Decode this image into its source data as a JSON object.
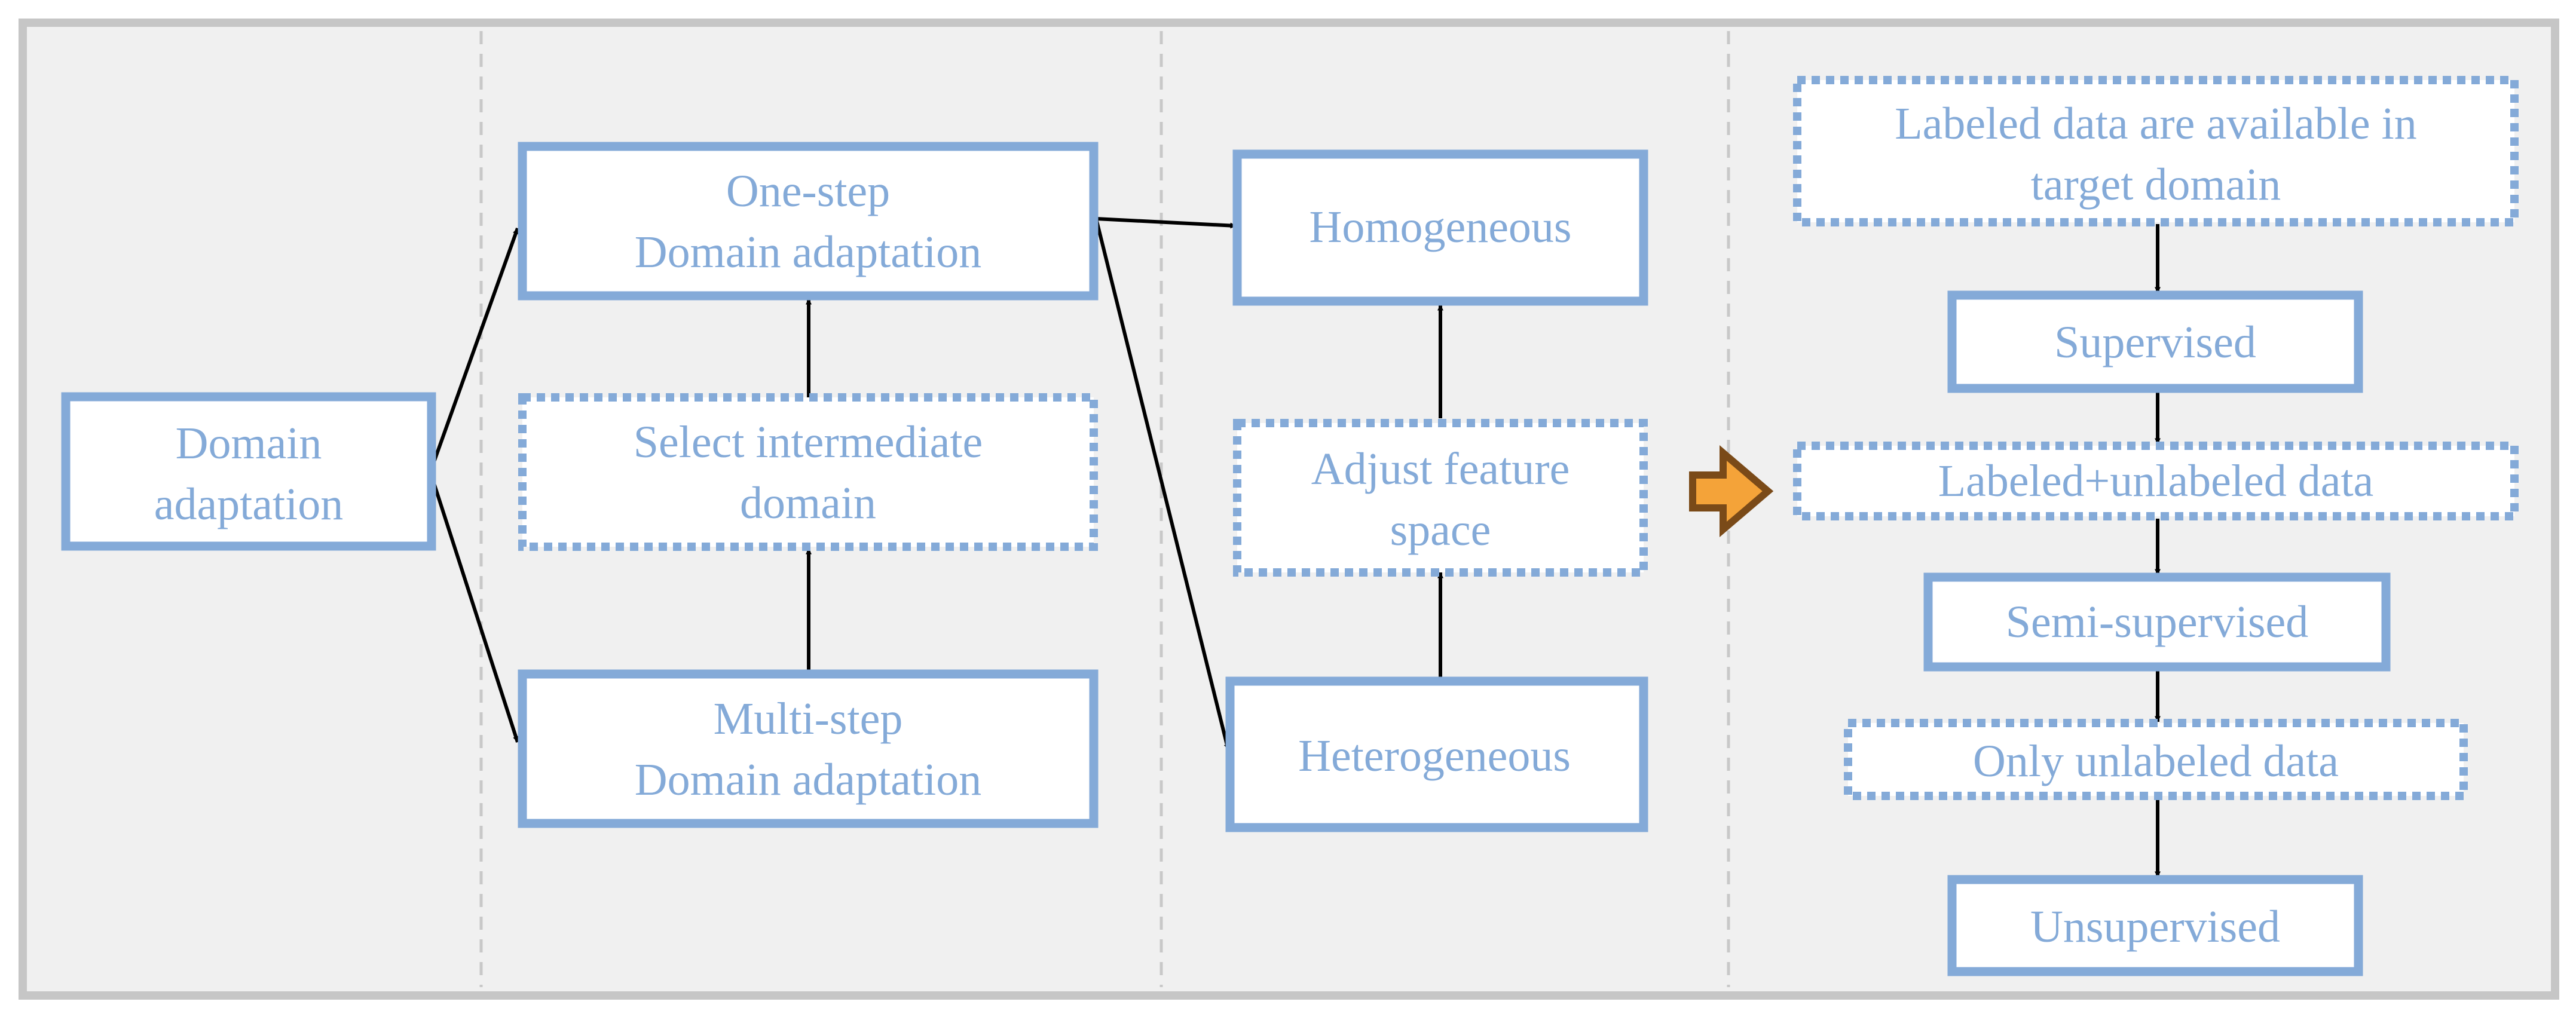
{
  "colors": {
    "panel_background": "#f0f0f0",
    "panel_border": "#c6c6c6",
    "box_fill": "#ffffff",
    "box_stroke": "#84aad8",
    "text": "#84aad8",
    "divider": "#c8c8c8",
    "arrow": "#000000",
    "transition_arrow_fill": "#f4a339",
    "transition_arrow_stroke": "#7a4a18"
  },
  "nodes": {
    "domain_adaptation": {
      "lines": [
        "Domain",
        "adaptation"
      ],
      "style": "solid"
    },
    "one_step": {
      "lines": [
        "One-step",
        "Domain adaptation"
      ],
      "style": "solid"
    },
    "select_intermediate": {
      "lines": [
        "Select intermediate",
        "domain"
      ],
      "style": "dotted"
    },
    "multi_step": {
      "lines": [
        "Multi-step",
        "Domain adaptation"
      ],
      "style": "solid"
    },
    "homogeneous": {
      "lines": [
        "Homogeneous"
      ],
      "style": "solid"
    },
    "adjust_feature": {
      "lines": [
        "Adjust feature",
        "space"
      ],
      "style": "dotted"
    },
    "heterogeneous": {
      "lines": [
        "Heterogeneous"
      ],
      "style": "solid"
    },
    "labeled_target": {
      "lines": [
        "Labeled data are available in",
        "target domain"
      ],
      "style": "dotted"
    },
    "supervised": {
      "lines": [
        "Supervised"
      ],
      "style": "solid"
    },
    "labeled_unlabeled": {
      "lines": [
        "Labeled+unlabeled data"
      ],
      "style": "dotted"
    },
    "semi_supervised": {
      "lines": [
        "Semi-supervised"
      ],
      "style": "solid"
    },
    "only_unlabeled": {
      "lines": [
        "Only unlabeled data"
      ],
      "style": "dotted"
    },
    "unsupervised": {
      "lines": [
        "Unsupervised"
      ],
      "style": "solid"
    }
  },
  "edges": [
    {
      "from": "domain_adaptation",
      "to": "one_step"
    },
    {
      "from": "domain_adaptation",
      "to": "multi_step"
    },
    {
      "from": "multi_step",
      "to": "select_intermediate"
    },
    {
      "from": "select_intermediate",
      "to": "one_step"
    },
    {
      "from": "one_step",
      "to": "homogeneous"
    },
    {
      "from": "one_step",
      "to": "heterogeneous"
    },
    {
      "from": "heterogeneous",
      "to": "adjust_feature"
    },
    {
      "from": "adjust_feature",
      "to": "homogeneous"
    },
    {
      "from": "labeled_target",
      "to": "supervised"
    },
    {
      "from": "supervised",
      "to": "labeled_unlabeled"
    },
    {
      "from": "labeled_unlabeled",
      "to": "semi_supervised"
    },
    {
      "from": "semi_supervised",
      "to": "only_unlabeled"
    },
    {
      "from": "only_unlabeled",
      "to": "unsupervised"
    }
  ]
}
